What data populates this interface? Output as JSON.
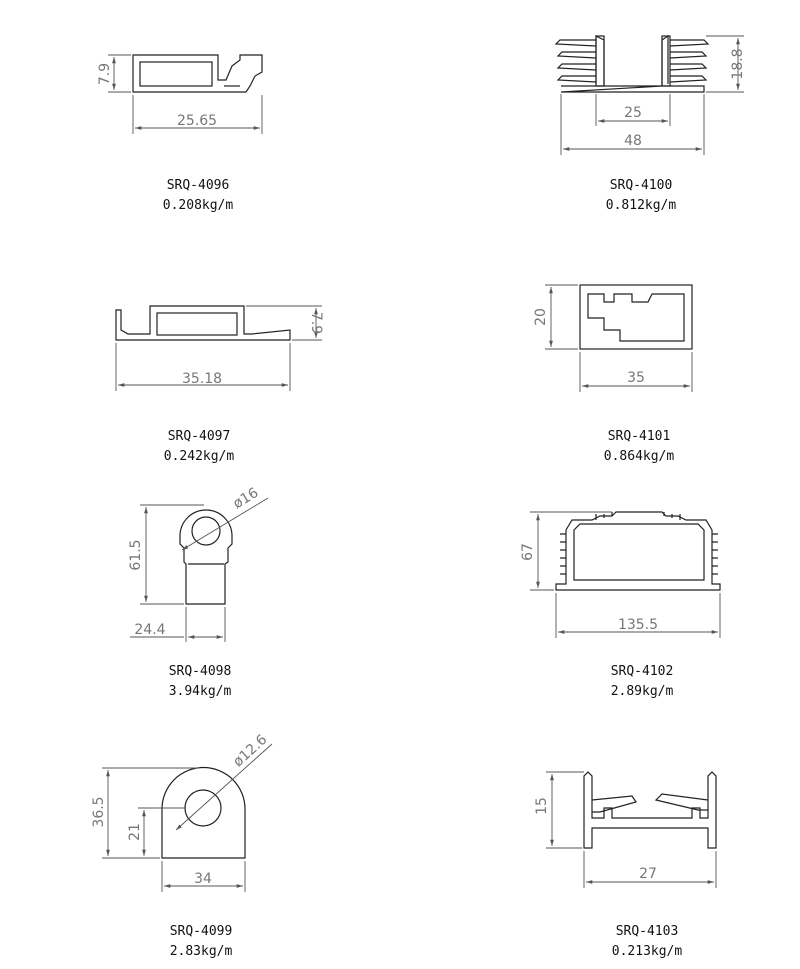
{
  "colors": {
    "outline": "#222222",
    "dimension": "#555555",
    "dim_text": "#777777",
    "caption": "#111111"
  },
  "profiles": [
    {
      "code": "SRQ-4096",
      "weight": "0.208kg/m",
      "dims": [
        "7.9",
        "25.65"
      ]
    },
    {
      "code": "SRQ-4100",
      "weight": "0.812kg/m",
      "dims": [
        "18.8",
        "25",
        "48"
      ]
    },
    {
      "code": "SRQ-4097",
      "weight": "0.242kg/m",
      "dims": [
        "7.9",
        "35.18"
      ]
    },
    {
      "code": "SRQ-4101",
      "weight": "0.864kg/m",
      "dims": [
        "20",
        "35"
      ]
    },
    {
      "code": "SRQ-4098",
      "weight": "3.94kg/m",
      "dims": [
        "61.5",
        "24.4",
        "ø16"
      ]
    },
    {
      "code": "SRQ-4102",
      "weight": "2.89kg/m",
      "dims": [
        "67",
        "135.5"
      ]
    },
    {
      "code": "SRQ-4099",
      "weight": "2.83kg/m",
      "dims": [
        "36.5",
        "21",
        "34",
        "ø12.6"
      ]
    },
    {
      "code": "SRQ-4103",
      "weight": "0.213kg/m",
      "dims": [
        "15",
        "27"
      ]
    }
  ]
}
